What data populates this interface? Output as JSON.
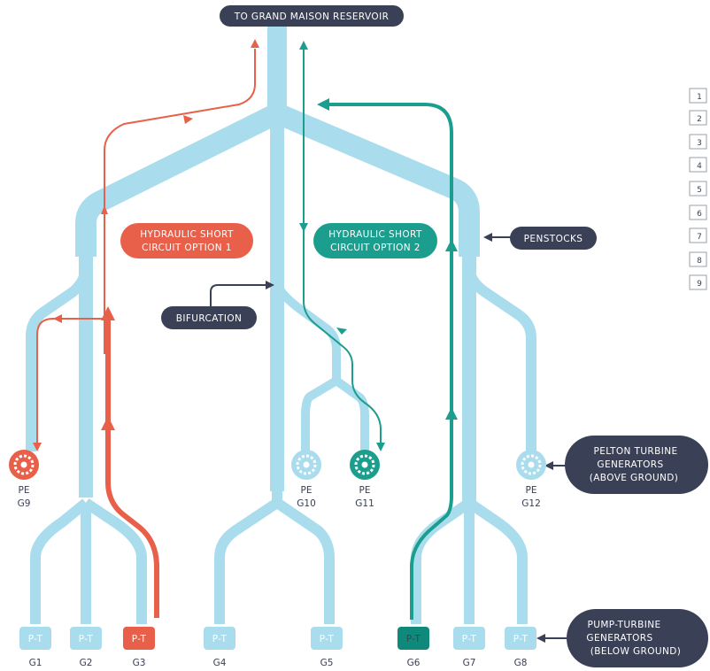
{
  "top_label": "TO GRAND MAISON RESERVOIR",
  "callouts": {
    "option1": "HYDRAULIC SHORT CIRCUIT OPTION 1",
    "option1_line1": "HYDRAULIC SHORT",
    "option1_line2": "CIRCUIT OPTION 1",
    "option2_line1": "HYDRAULIC SHORT",
    "option2_line2": "CIRCUIT OPTION 2",
    "bifurcation": "BIFURCATION",
    "penstocks": "PENSTOCKS",
    "pelton_line1": "PELTON TURBINE",
    "pelton_line2": "GENERATORS",
    "pelton_line3": "(ABOVE GROUND)",
    "pump_line1": "PUMP-TURBINE",
    "pump_line2": "GENERATORS",
    "pump_line3": "(BELOW GROUND)"
  },
  "pump_turbines": [
    {
      "code": "P-T",
      "name": "G1",
      "state": "normal"
    },
    {
      "code": "P-T",
      "name": "G2",
      "state": "normal"
    },
    {
      "code": "P-T",
      "name": "G3",
      "state": "option1"
    },
    {
      "code": "P-T",
      "name": "G4",
      "state": "normal"
    },
    {
      "code": "P-T",
      "name": "G5",
      "state": "normal"
    },
    {
      "code": "P-T",
      "name": "G6",
      "state": "option2"
    },
    {
      "code": "P-T",
      "name": "G7",
      "state": "normal"
    },
    {
      "code": "P-T",
      "name": "G8",
      "state": "normal"
    }
  ],
  "pelton_turbines": [
    {
      "code": "PE",
      "name": "G9",
      "state": "option1"
    },
    {
      "code": "PE",
      "name": "G10",
      "state": "normal"
    },
    {
      "code": "PE",
      "name": "G11",
      "state": "option2"
    },
    {
      "code": "PE",
      "name": "G12",
      "state": "normal"
    }
  ],
  "side_numbers": [
    "1",
    "2",
    "3",
    "4",
    "5",
    "6",
    "7",
    "8",
    "9"
  ],
  "colors": {
    "pipe": "#a9dcec",
    "option1": "#e9604a",
    "option2": "#1b9e8e",
    "dark": "#3a4055"
  }
}
